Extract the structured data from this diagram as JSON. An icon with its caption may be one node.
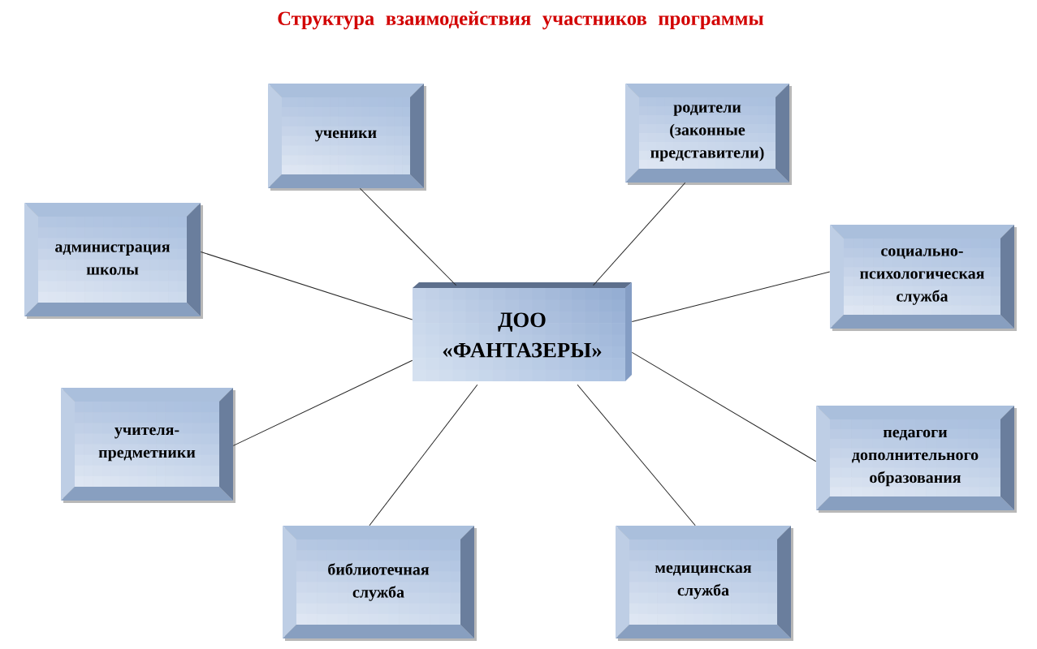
{
  "diagram": {
    "title": "Структура взаимодействия участников программы",
    "nodes": [
      {
        "text": [
          "ученики"
        ]
      },
      {
        "text": [
          "родители (законные представители)"
        ]
      },
      {
        "text": [
          "администрация школы"
        ]
      },
      {
        "text": [
          "социально-психологическая служба"
        ]
      },
      {
        "text": [
          "ДОО «ФАНТАЗЕРЫ»"
        ]
      },
      {
        "text": [
          "учителя-предметники"
        ]
      },
      {
        "text": [
          "педагоги дополнительного образования"
        ]
      },
      {
        "text": [
          "библиотечная служба"
        ]
      },
      {
        "text": [
          "медицинская служба"
        ]
      }
    ],
    "edges": [
      {
        "from": 4,
        "to": 0,
        "arrow": "none"
      },
      {
        "from": 4,
        "to": 1,
        "arrow": "none"
      },
      {
        "from": 4,
        "to": 2,
        "arrow": "none"
      },
      {
        "from": 4,
        "to": 3,
        "arrow": "none"
      },
      {
        "from": 4,
        "to": 5,
        "arrow": "none"
      },
      {
        "from": 4,
        "to": 6,
        "arrow": "none"
      },
      {
        "from": 4,
        "to": 7,
        "arrow": "none"
      },
      {
        "from": 4,
        "to": 8,
        "arrow": "none"
      }
    ]
  }
}
